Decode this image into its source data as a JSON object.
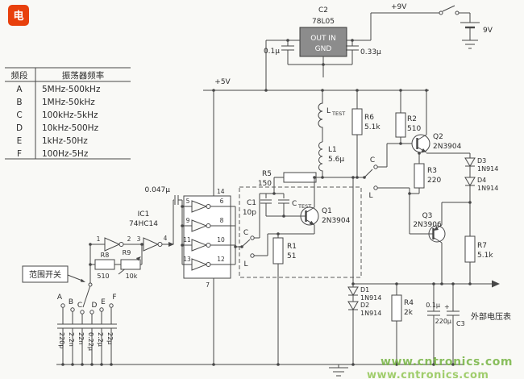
{
  "logo": {
    "char": "电"
  },
  "watermark": {
    "text": "www.cntronics.com"
  },
  "freq_table": {
    "headers": {
      "band": "频段",
      "freq": "振荡器频率"
    },
    "rows": [
      {
        "band": "A",
        "freq": "5MHz-500kHz"
      },
      {
        "band": "B",
        "freq": "1MHz-50kHz"
      },
      {
        "band": "C",
        "freq": "100kHz-5kHz"
      },
      {
        "band": "D",
        "freq": "10kHz-500Hz"
      },
      {
        "band": "E",
        "freq": "1kHz-50Hz"
      },
      {
        "band": "F",
        "freq": "100Hz-5Hz"
      }
    ]
  },
  "power": {
    "v9_label": "+9V",
    "battery_label": "9V",
    "v5_label": "+5V",
    "regulator": {
      "ref": "C2",
      "part": "78L05",
      "pins_top": "OUT IN",
      "pin_bottom": "GND"
    },
    "cap_out": "0.1μ",
    "cap_in": "0.33μ"
  },
  "oscillator": {
    "ic_ref": "IC1",
    "ic_part": "74HC14",
    "cap_coupling": "0.047μ",
    "r8": {
      "ref": "R8",
      "value": "510"
    },
    "r9": {
      "ref": "R9",
      "value": "10k"
    },
    "range_switch_label": "范围开关",
    "bands": [
      "A",
      "B",
      "C",
      "D",
      "E",
      "F"
    ],
    "band_caps": [
      "220p",
      "2.2n",
      "22n",
      "0.22μ",
      "2.2μ",
      "22μ"
    ],
    "pins": {
      "p1": "1",
      "p2": "2",
      "p3": "3",
      "p4": "4",
      "p5": "5",
      "p6": "6",
      "p7": "7",
      "p8": "8",
      "p9": "9",
      "p10": "10",
      "p11": "11",
      "p12": "12",
      "p13": "13",
      "p14": "14"
    }
  },
  "measure": {
    "l_test": {
      "main": "L",
      "sub": "TEST"
    },
    "c_test": {
      "main": "C",
      "sub": "TEST"
    },
    "l1": {
      "ref": "L1",
      "value": "5.6μ"
    },
    "c1": {
      "ref": "C1",
      "value": "10p"
    },
    "r1": {
      "ref": "R1",
      "value": "51"
    },
    "r5": {
      "ref": "R5",
      "value": "150"
    },
    "r6": {
      "ref": "R6",
      "value": "5.1k"
    },
    "switch_c": "C",
    "switch_l": "L"
  },
  "output": {
    "q1": {
      "ref": "Q1",
      "part": "2N3904"
    },
    "q2": {
      "ref": "Q2",
      "part": "2N3904"
    },
    "q3": {
      "ref": "Q3",
      "part": "2N3906"
    },
    "r2": {
      "ref": "R2",
      "value": "510"
    },
    "r3": {
      "ref": "R3",
      "value": "220"
    },
    "r4": {
      "ref": "R4",
      "value": "2k"
    },
    "r7": {
      "ref": "R7",
      "value": "5.1k"
    },
    "d1": {
      "ref": "D1",
      "part": "1N914"
    },
    "d2": {
      "ref": "D2",
      "part": "1N914"
    },
    "d3": {
      "ref": "D3",
      "part": "1N914"
    },
    "d4": {
      "ref": "D4",
      "part": "1N914"
    },
    "cap_filter": "0.1μ",
    "c3": {
      "ref": "C3",
      "value": "220μ",
      "polarity": "+"
    },
    "meter_label": "外部电压表"
  }
}
